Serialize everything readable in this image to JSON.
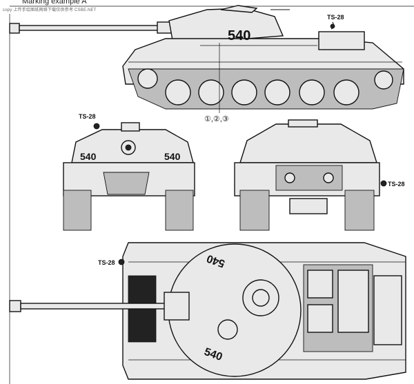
{
  "header": {
    "title": "Marking example A",
    "watermark": "copy 上传手绘图纸网络下载仅供参考 CSBE.NET"
  },
  "markings": {
    "turret_number": "540",
    "callout_color": "TS-28",
    "decal_steps": "①,②,③"
  },
  "views": [
    "side-view",
    "front-view",
    "rear-view",
    "top-view"
  ],
  "colors": {
    "paint": "#e9e9e9",
    "line": "#111111",
    "shade": "#bdbdbd"
  }
}
